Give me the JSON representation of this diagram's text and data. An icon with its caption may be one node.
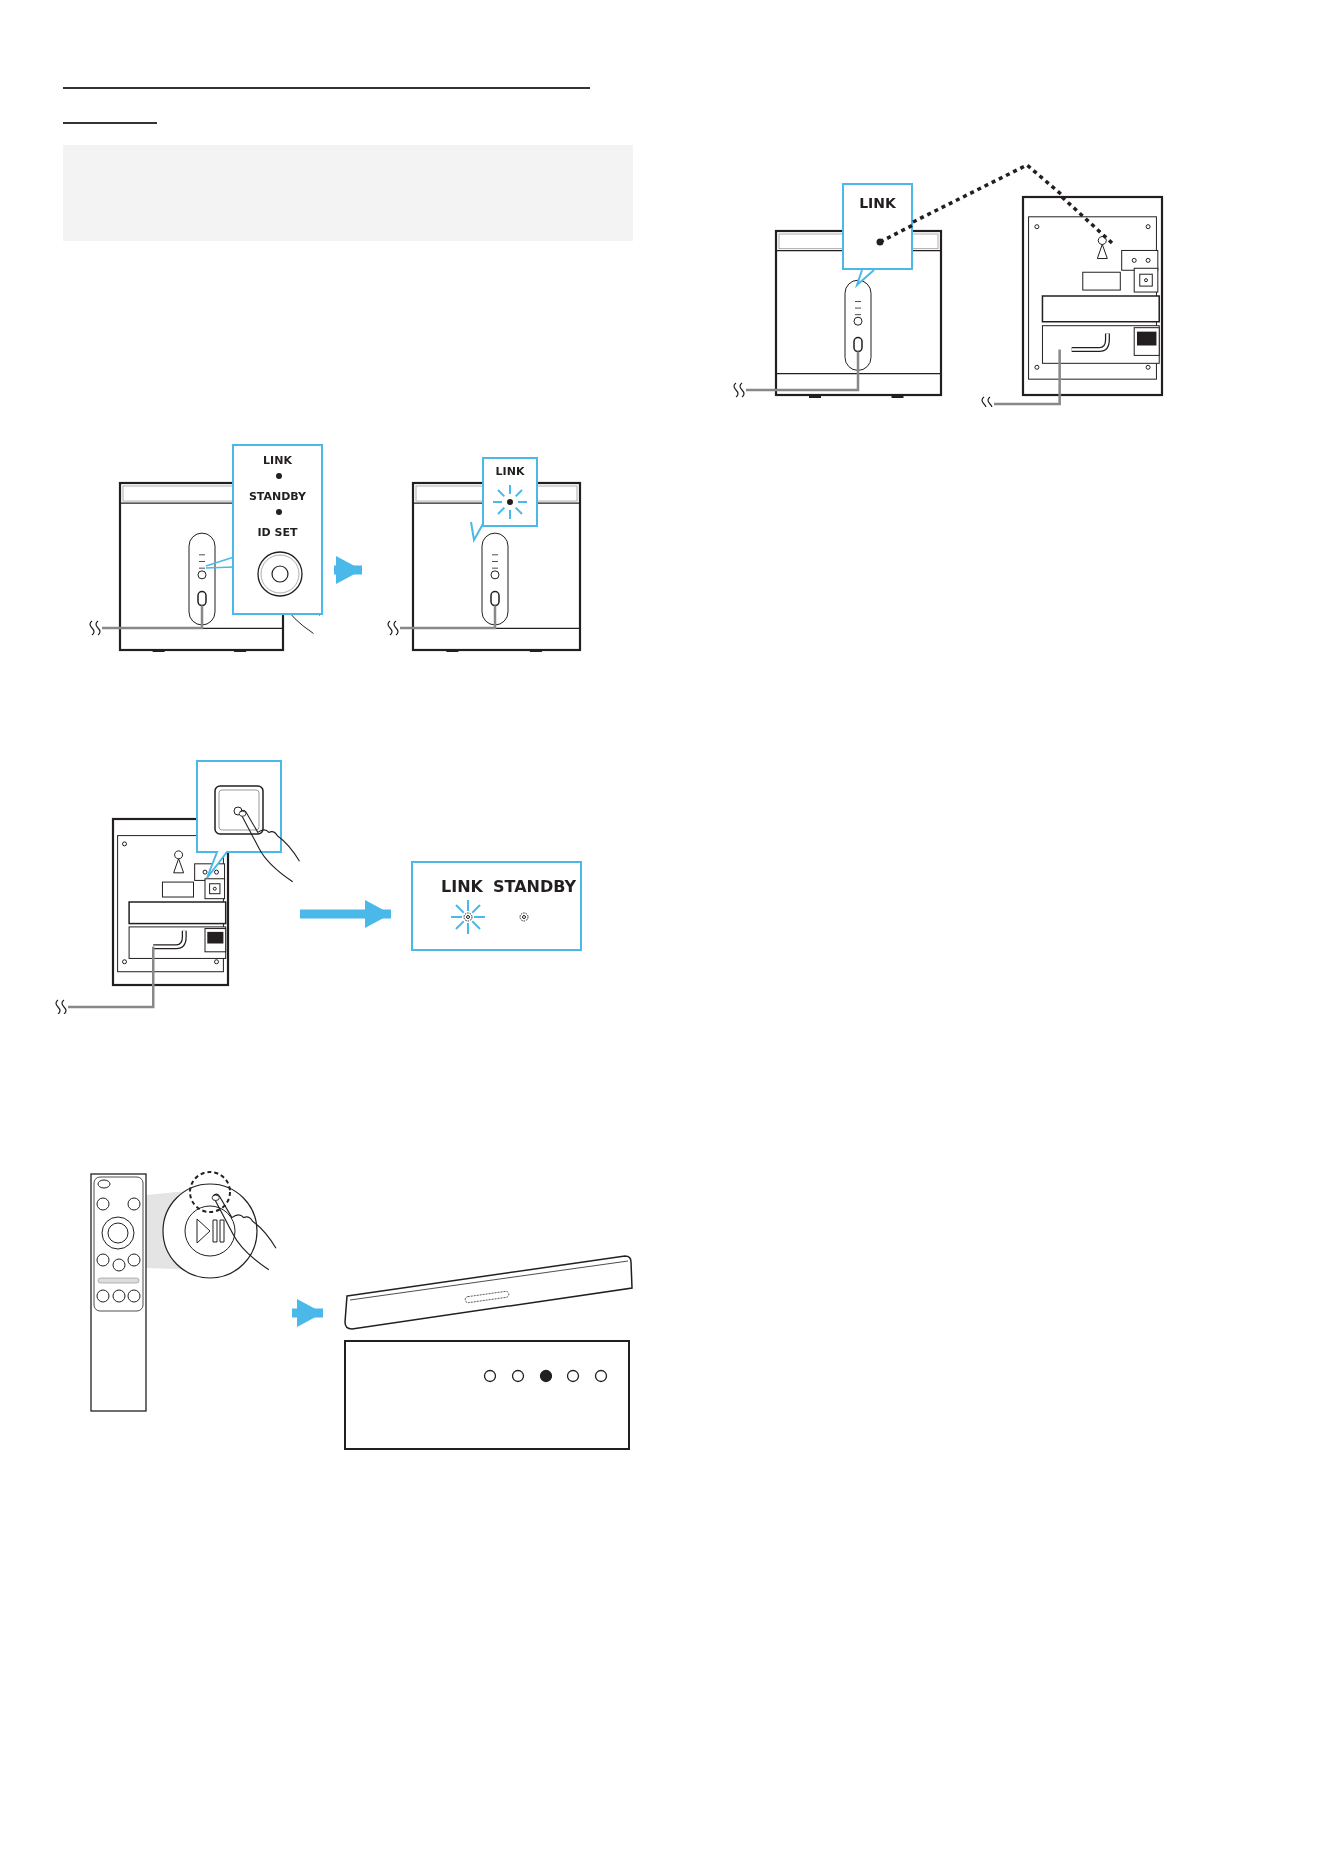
{
  "diagram": {
    "nodes": [
      {
        "text": [],
        "shape": "picture"
      },
      {
        "text": [
          "LINK",
          "STANDBY",
          "ID SET"
        ]
      },
      {
        "text": [],
        "shape": "picture"
      },
      {
        "text": [
          "LINK"
        ]
      },
      {
        "text": [],
        "shape": "picture"
      },
      {
        "text": [
          "LINK",
          "STANDBY"
        ]
      },
      {
        "text": [],
        "shape": "picture"
      },
      {
        "text": [],
        "shape": "picture"
      },
      {
        "text": [],
        "shape": "picture"
      },
      {
        "text": [
          "LINK"
        ]
      },
      {
        "text": [],
        "shape": "picture"
      }
    ],
    "edges": [
      {
        "from": 0,
        "to": 2,
        "arrow": "to"
      },
      {
        "from": 4,
        "to": 5,
        "arrow": "to"
      },
      {
        "from": 6,
        "to": 7,
        "arrow": "to"
      },
      {
        "from": 9,
        "to": 10,
        "arrow": "none",
        "style": "dashed",
        "color": "#231f20"
      }
    ]
  }
}
